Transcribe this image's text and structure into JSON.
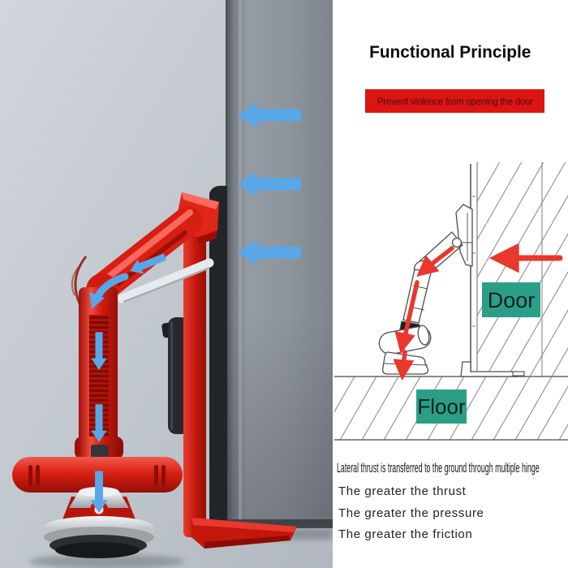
{
  "colors": {
    "banner_red": "#dc1412",
    "device_red": "#d91e12",
    "arrow_blue": "#58a7e7",
    "label_teal": "#2b9e88",
    "diagram_arrow_red": "#e9372d"
  },
  "panel": {
    "title": "Functional Principle",
    "banner_text": "Prevent violence from opening the door",
    "diagram": {
      "door_label": "Door",
      "floor_label": "Floor"
    },
    "caption": "Lateral thrust is transferred to the ground through multiple hinge",
    "points": [
      "The greater the thrust",
      "The greater the pressure",
      "The greater the friction"
    ]
  }
}
